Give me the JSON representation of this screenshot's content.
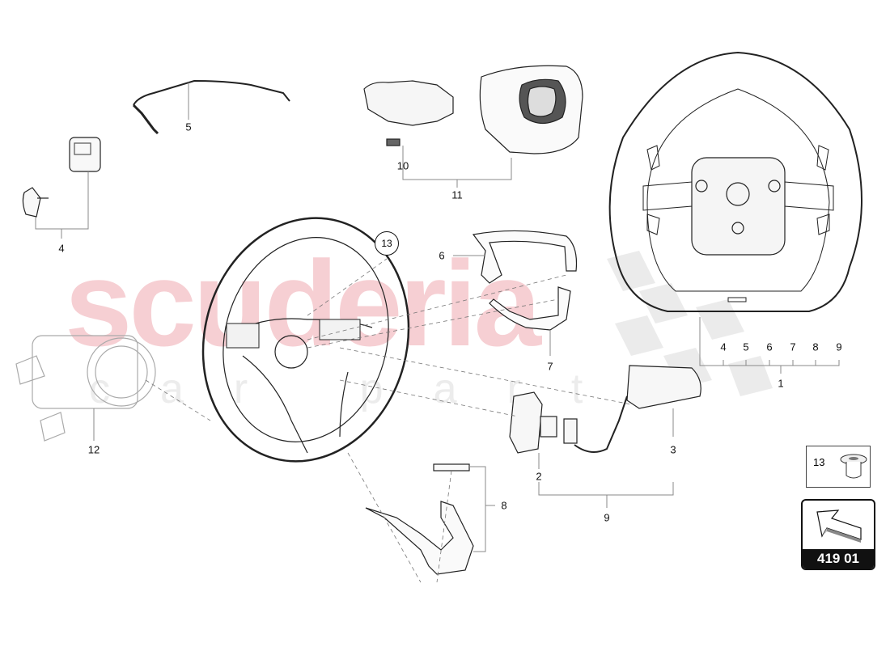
{
  "watermark": {
    "main": "scuderia",
    "sub": "car parts",
    "main_color": "#f6cfd3"
  },
  "callouts": {
    "part_1": "1",
    "part_2": "2",
    "part_3": "3",
    "part_4_top": "4",
    "part_4_group": "4",
    "part_5_top": "5",
    "part_5_group": "5",
    "part_6_top": "6",
    "part_6_group": "6",
    "part_7_top": "7",
    "part_7_group": "7",
    "part_8_left": "8",
    "part_8_group": "8",
    "part_9_bottom": "9",
    "part_9_group": "9",
    "part_10": "10",
    "part_11": "11",
    "part_12": "12",
    "part_13_circle": "13"
  },
  "group_1_components": [
    "4",
    "5",
    "6",
    "7",
    "8",
    "9"
  ],
  "inset": {
    "part_number": "13",
    "icon": "grommet-icon"
  },
  "reference": {
    "code": "419 01",
    "icon": "arrow-up-left-icon"
  }
}
